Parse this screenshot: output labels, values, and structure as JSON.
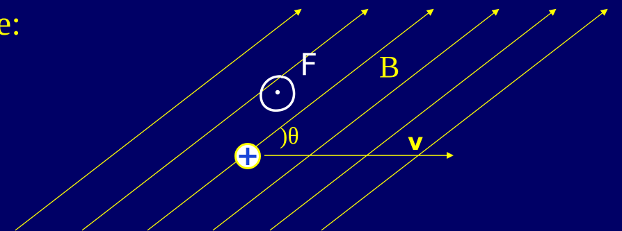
{
  "slide": {
    "heading_fragment": "e:",
    "field_label": "B",
    "force_label": "F",
    "angle_label": ")θ",
    "velocity_label": "v",
    "charge_sign": "+"
  },
  "colors": {
    "background": "#000066",
    "field_lines": "#FFFF00",
    "text": "#FFFF00",
    "handwriting": "#FFFFFF",
    "charge_fill": "#FFFFFF",
    "charge_sign": "#1A46D8",
    "charge_outline": "#FFFF00"
  },
  "icons": {
    "out_of_page": "dot-in-circle-icon",
    "charge": "positive-charge-icon"
  }
}
